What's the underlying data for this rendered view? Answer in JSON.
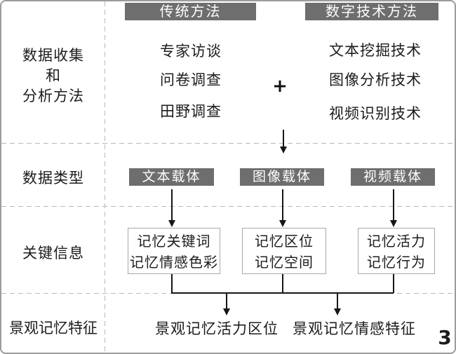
{
  "rows": {
    "row1_label_lines": [
      "数据收集",
      "和",
      "分析方法"
    ],
    "row2_label": "数据类型",
    "row3_label": "关键信息",
    "row4_label": "景观记忆特征"
  },
  "headers": {
    "traditional": "传统方法",
    "digital": "数字技术方法"
  },
  "traditional_methods": [
    "专家访谈",
    "问卷调查",
    "田野调查"
  ],
  "digital_methods": [
    "文本挖掘技术",
    "图像分析技术",
    "视频识别技术"
  ],
  "plus_sign": "+",
  "data_types": [
    "文本载体",
    "图像载体",
    "视频载体"
  ],
  "key_info_boxes": [
    {
      "line1": "记忆关键词",
      "line2": "记忆情感色彩"
    },
    {
      "line1": "记忆区位",
      "line2": "记忆空间"
    },
    {
      "line1": "记忆活力",
      "line2": "记忆行为"
    }
  ],
  "outputs": [
    "景观记忆活力区位",
    "景观记忆情感特征"
  ],
  "page_number": "3",
  "colors": {
    "box_gray": "#6e6e6e",
    "text": "#1c1c1c",
    "dashed_line": "#b9b9b9",
    "frame_border": "#9c9c9c"
  }
}
